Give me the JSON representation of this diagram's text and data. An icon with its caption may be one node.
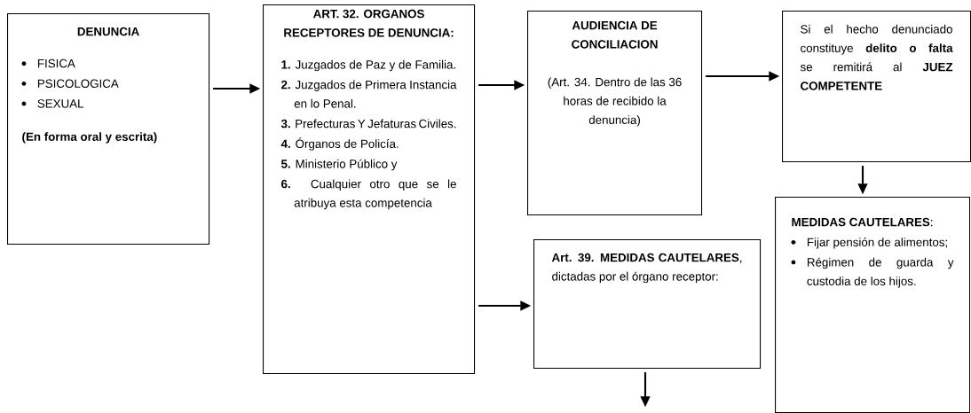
{
  "diagram": {
    "nodes": [
      {
        "text": [
          "DENUNCIA",
          "FISICA",
          "PSICOLOGICA",
          "SEXUAL",
          "(En forma oral y escrita)"
        ]
      },
      {
        "text": [
          "ART. 32. ORGANOS RECEPTORES DE DENUNCIA:",
          "**1.** Juzgados de Paz y de Familia.",
          "**2.** Juzgados de Primera Instancia en lo Penal.",
          "**3.** Prefecturas Y Jefaturas Civiles.",
          "**4.** Órganos de Policía.",
          "**5.** Ministerio Público y",
          "**6.** Cualquier otro que se le atribuya esta competencia"
        ]
      },
      {
        "text": [
          "AUDIENCIA DE CONCILIACION",
          "(Art. 34. Dentro de las 36 horas de recibido la denuncia)"
        ]
      },
      {
        "text": [
          "Si el hecho denunciado constituye **delito o falta** se remitirá al **JUEZ COMPETENTE**"
        ]
      },
      {
        "text": [
          "**MEDIDAS CAUTELARES**:",
          "Fijar pensión de alimentos;",
          "Régimen de guarda y custodia de los hijos."
        ]
      },
      {
        "text": [
          "**Art. 39. MEDIDAS CAUTELARES**, dictadas por el órgano receptor:"
        ]
      }
    ],
    "edges": [
      {
        "from": 0,
        "to": 1,
        "arrow": "to"
      },
      {
        "from": 1,
        "to": 2,
        "arrow": "to"
      },
      {
        "from": 2,
        "to": 3,
        "arrow": "to"
      },
      {
        "from": 3,
        "to": 4,
        "arrow": "to"
      },
      {
        "from": 1,
        "to": 5,
        "arrow": "to"
      },
      {
        "from": 5,
        "to": null,
        "arrow": "to"
      }
    ]
  }
}
